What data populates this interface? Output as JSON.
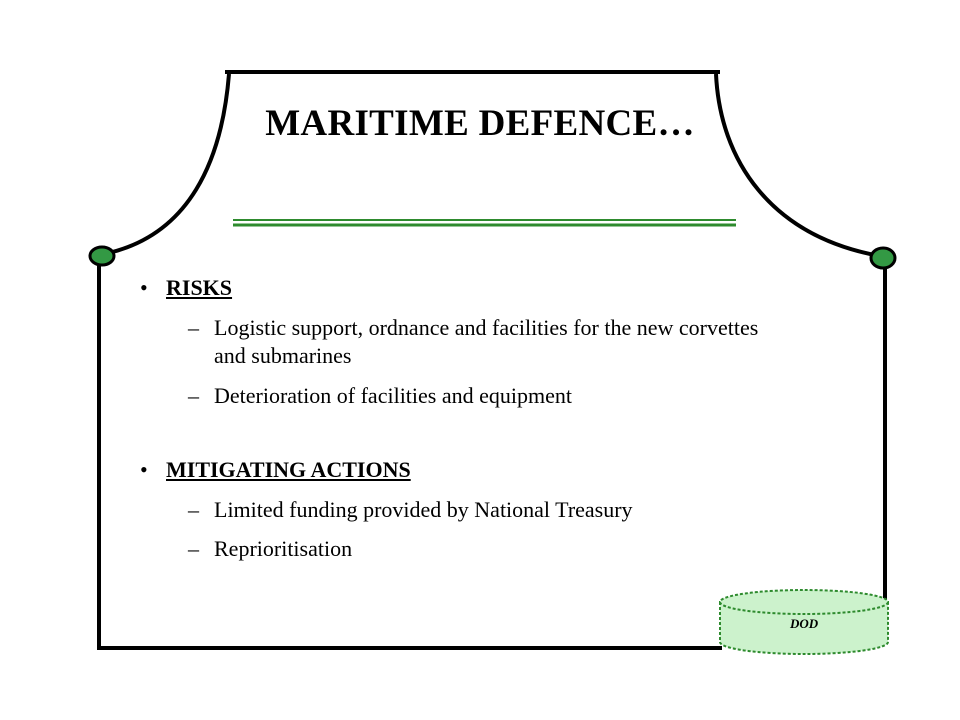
{
  "title": "MARITIME DEFENCE…",
  "sections": [
    {
      "heading": "RISKS",
      "items": [
        "Logistic support, ordnance and facilities for the new corvettes",
        "and submarines",
        "Deterioration of facilities and equipment"
      ]
    },
    {
      "heading": "MITIGATING ACTIONS",
      "items": [
        "Limited funding provided by National Treasury",
        "Reprioritisation"
      ]
    }
  ],
  "badge": {
    "label": "DOD"
  },
  "colors": {
    "accent_green": "#2e8b2e",
    "knob_fill": "#339944",
    "drum_fill": "#ccf2cc",
    "frame_stroke": "#000000"
  }
}
